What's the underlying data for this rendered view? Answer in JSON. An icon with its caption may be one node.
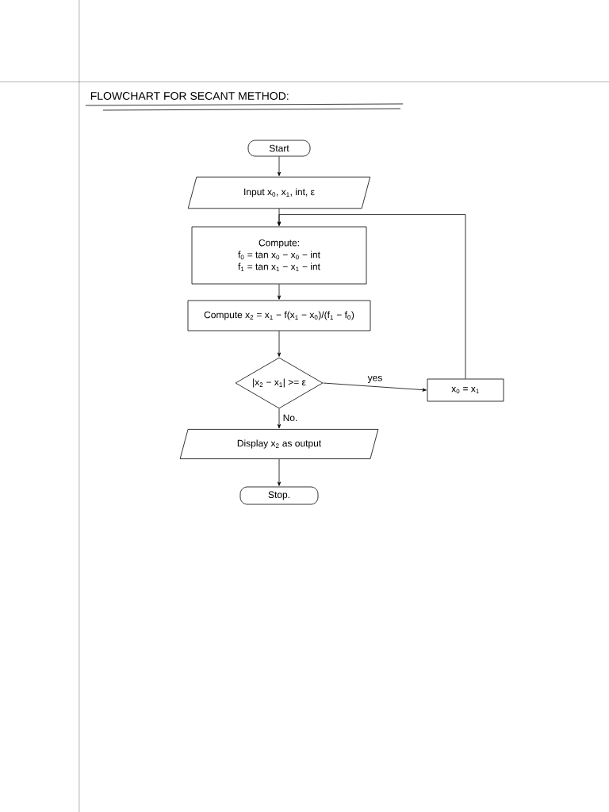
{
  "diagram": {
    "title": "FLOWCHART FOR SECANT METHOD:",
    "nodes": [
      {
        "text": [
          "Start"
        ]
      },
      {
        "text": [
          "Input x$_{0}$, x$_{1}$, int, ε"
        ]
      },
      {
        "text": [
          "Compute:",
          "f$_{0}$ = tan x$_{0}$ − x$_{0}$ − int",
          "f$_{1}$ = tan x$_{1}$ − x$_{1}$ − int"
        ]
      },
      {
        "text": [
          "Compute x$_{2}$ = x$_{1}$ − f(x$_{1}$ − x$_{0}$)/(f$_{1}$ − f$_{0}$)"
        ]
      },
      {
        "text": [
          "|x$_{2}$ − x$_{1}$| >= ε"
        ]
      },
      {
        "text": [
          "x$_{0}$ = x$_{1}$"
        ]
      },
      {
        "text": [
          "Display x$_{2}$ as output"
        ]
      },
      {
        "text": [
          "Stop."
        ]
      }
    ],
    "edges": [
      {
        "from": 0,
        "to": 1,
        "arrow": "to"
      },
      {
        "from": 1,
        "to": 2,
        "arrow": "to"
      },
      {
        "from": 2,
        "to": 3,
        "arrow": "to"
      },
      {
        "from": 3,
        "to": 4,
        "arrow": "to"
      },
      {
        "from": 4,
        "to": 5,
        "arrow": "to",
        "label": "yes"
      },
      {
        "from": 5,
        "to": 2,
        "arrow": "to"
      },
      {
        "from": 4,
        "to": 6,
        "arrow": "to",
        "label": "No."
      },
      {
        "from": 6,
        "to": 7,
        "arrow": "to"
      }
    ]
  }
}
